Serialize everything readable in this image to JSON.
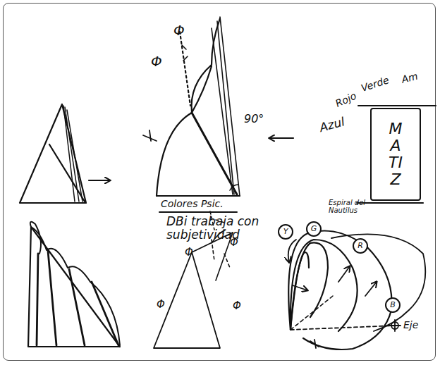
{
  "diagram": {
    "nodes": [
      {
        "text": [
          "MATIZ"
        ]
      },
      {
        "text": [
          "Y"
        ]
      },
      {
        "text": [
          "G"
        ]
      },
      {
        "text": [
          "R"
        ]
      },
      {
        "text": [
          "B"
        ]
      }
    ],
    "labels": [
      "Φ",
      "Φ",
      "90°",
      "Colores Psic.",
      "DBi trabaja con subjetividad",
      "Verde",
      "Am",
      "Rojo",
      "Azul",
      "Espiral del Nautilus",
      "Φ",
      "Φ",
      "Φ",
      "Φ",
      "Eje"
    ]
  }
}
